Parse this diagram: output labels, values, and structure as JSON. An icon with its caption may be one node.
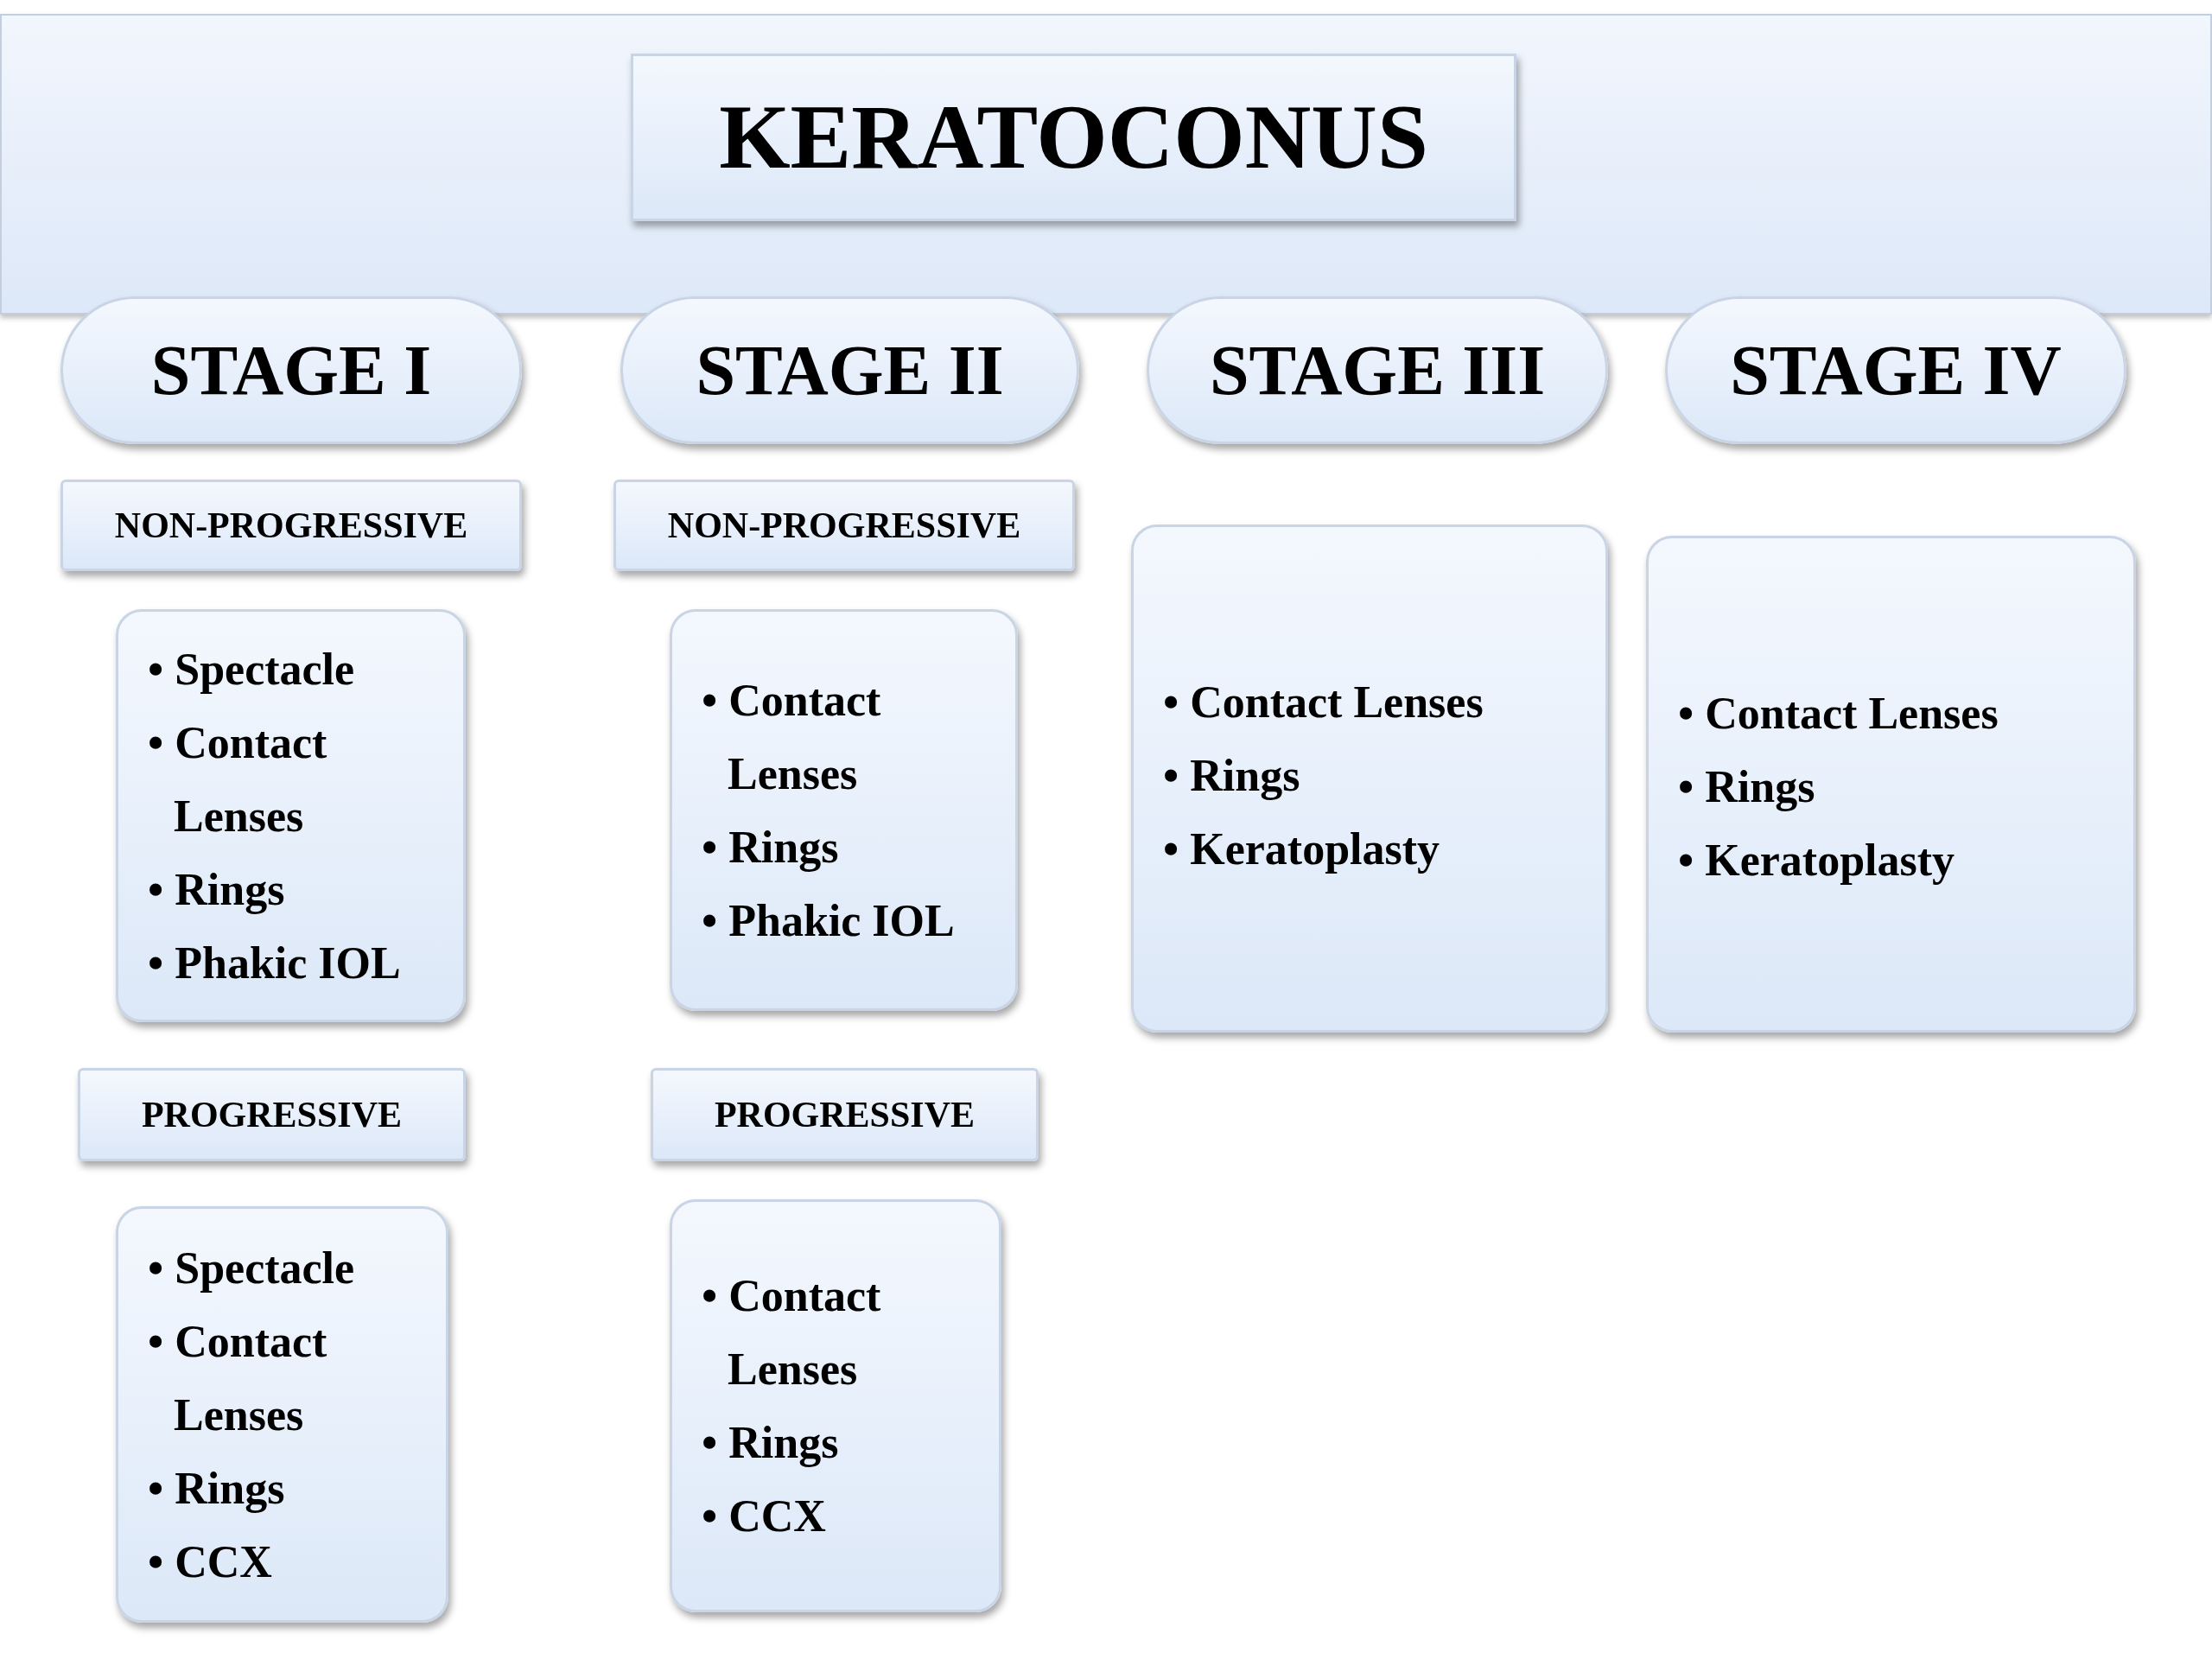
{
  "diagram": {
    "nodes": [
      {
        "text": [
          "KERATOCONUS"
        ]
      },
      {
        "text": [
          "STAGE I"
        ]
      },
      {
        "text": [
          "STAGE II"
        ]
      },
      {
        "text": [
          "STAGE III"
        ]
      },
      {
        "text": [
          "STAGE IV"
        ]
      },
      {
        "text": [
          "NON-PROGRESSIVE"
        ]
      },
      {
        "text": [
          "NON-PROGRESSIVE"
        ]
      },
      {
        "text": [
          "• Spectacle",
          "• Contact Lenses",
          "• Rings",
          "• Phakic IOL"
        ]
      },
      {
        "text": [
          "• Contact Lenses",
          "• Rings",
          "• Phakic IOL"
        ]
      },
      {
        "text": [
          "• Contact Lenses",
          "• Rings",
          "• Keratoplasty"
        ]
      },
      {
        "text": [
          "• Contact Lenses",
          "• Rings",
          "• Keratoplasty"
        ]
      },
      {
        "text": [
          "PROGRESSIVE"
        ]
      },
      {
        "text": [
          "PROGRESSIVE"
        ]
      },
      {
        "text": [
          "• Spectacle",
          "• Contact Lenses",
          "• Rings",
          "• CCX"
        ]
      },
      {
        "text": [
          "• Contact Lenses",
          "• Rings",
          "• CCX"
        ]
      }
    ],
    "edges": []
  }
}
